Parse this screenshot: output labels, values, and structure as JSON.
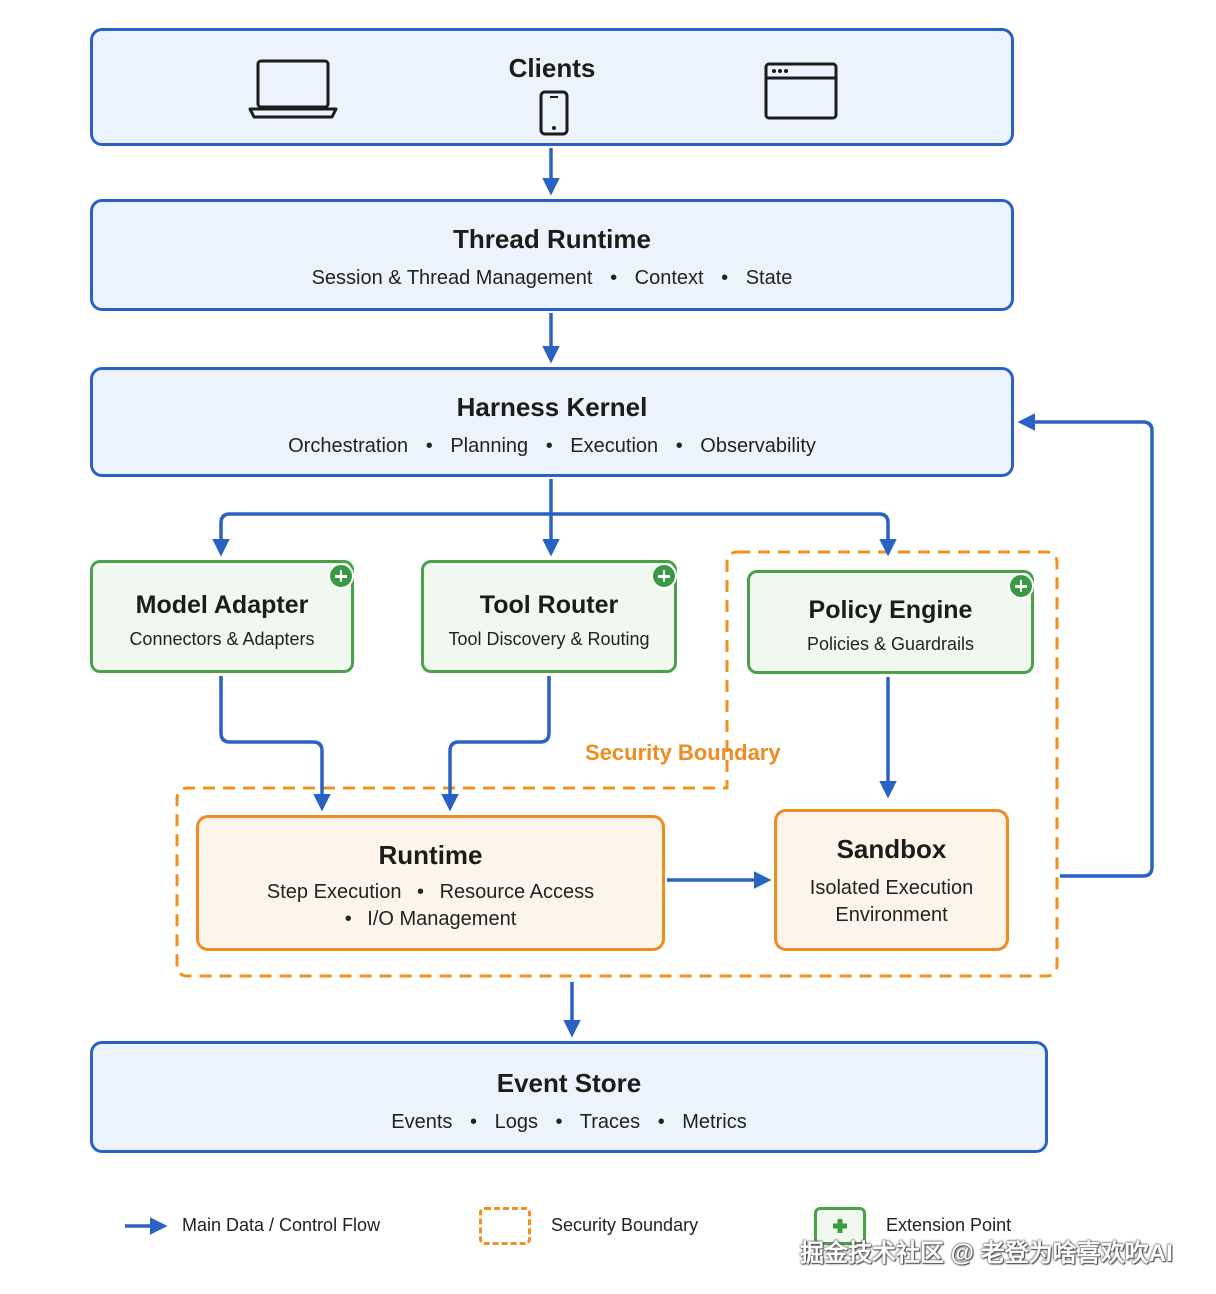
{
  "clients": {
    "title": "Clients",
    "icons": [
      "laptop-icon",
      "phone-icon",
      "browser-window-icon"
    ]
  },
  "thread_runtime": {
    "title": "Thread Runtime",
    "items": [
      "Session & Thread Management",
      "Context",
      "State"
    ]
  },
  "harness_kernel": {
    "title": "Harness Kernel",
    "items": [
      "Orchestration",
      "Planning",
      "Execution",
      "Observability"
    ]
  },
  "model_adapter": {
    "title": "Model Adapter",
    "subtitle": "Connectors & Adapters"
  },
  "tool_router": {
    "title": "Tool Router",
    "subtitle": "Tool Discovery & Routing"
  },
  "policy_engine": {
    "title": "Policy Engine",
    "subtitle": "Policies & Guardrails"
  },
  "security_boundary_label": "Security Boundary",
  "runtime": {
    "title": "Runtime",
    "line1a": "Step Execution",
    "line1b": "Resource Access",
    "line2": "I/O Management"
  },
  "sandbox": {
    "title": "Sandbox",
    "line1": "Isolated Execution",
    "line2": "Environment"
  },
  "event_store": {
    "title": "Event Store",
    "items": [
      "Events",
      "Logs",
      "Traces",
      "Metrics"
    ]
  },
  "legend": {
    "flow": "Main Data / Control Flow",
    "boundary": "Security Boundary",
    "extension": "Extension Point"
  },
  "watermark": "掘金技术社区 @ 老登为啥喜欢吹AI",
  "separator": "•",
  "colors": {
    "flow": "#2a62c4",
    "extension": "#49a24a",
    "boundary": "#f08c1f"
  }
}
